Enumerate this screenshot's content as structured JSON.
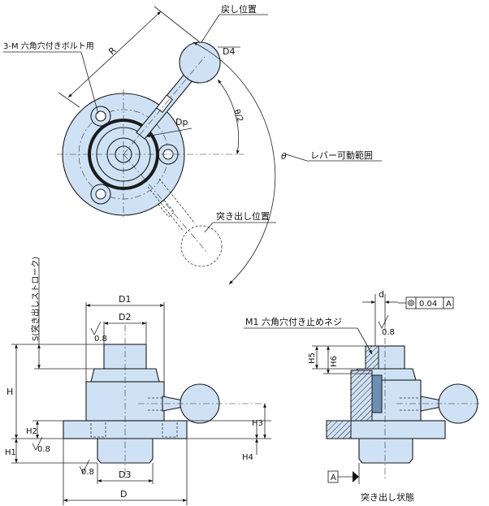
{
  "top_view": {
    "return_position": "戻し位置",
    "bolt_holes": "3-M 六角穴付きボルト用",
    "radius": "R",
    "d4": "D4",
    "theta_half": "θ/2",
    "dp": "Dp",
    "theta": "θ",
    "lever_range": "レバー可動範囲",
    "pushout_position": "突き出し位置"
  },
  "front_view": {
    "stroke": "S(突き出しストローク)",
    "d1": "D1",
    "d2": "D2",
    "d3": "D3",
    "d": "D",
    "h": "H",
    "h1": "H1",
    "h2": "H2",
    "h3": "H3",
    "h4": "H4",
    "roughness": "0.8"
  },
  "section_view": {
    "small_d": "d",
    "tolerance": "0.04",
    "datum": "A",
    "m1": "M1 六角穴付き止めネジ",
    "h5": "H5",
    "h6": "H6",
    "state": "突き出し状態"
  }
}
